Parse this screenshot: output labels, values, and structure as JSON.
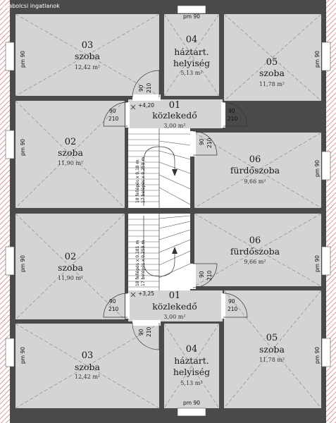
{
  "watermark": "Szabolcsi ingatlanok",
  "colors": {
    "room_fill": "#d4d4d4",
    "wall": "#4a4a4a",
    "hatch": "#c85a5a",
    "diagonal": "#8a8a8a"
  },
  "rooms": [
    {
      "id": "u03",
      "number": "03",
      "name": "szoba",
      "area": "12,42 m²"
    },
    {
      "id": "u04",
      "number": "04",
      "name1": "háztart.",
      "name2": "helyiség",
      "area": "5,13 m²"
    },
    {
      "id": "u05",
      "number": "05",
      "name": "szoba",
      "area": "11,78 m²"
    },
    {
      "id": "u01",
      "number": "01",
      "name": "közlekedő",
      "area": "3,00 m²"
    },
    {
      "id": "u02",
      "number": "02",
      "name": "szoba",
      "area": "11,90 m²"
    },
    {
      "id": "u06",
      "number": "06",
      "name": "fürdőszoba",
      "area": "9,66 m²"
    },
    {
      "id": "l02",
      "number": "02",
      "name": "szoba",
      "area": "11,90 m²"
    },
    {
      "id": "l06",
      "number": "06",
      "name": "fürdőszoba",
      "area": "9,66 m²"
    },
    {
      "id": "l01",
      "number": "01",
      "name": "közlekedő",
      "area": "3,00 m²"
    },
    {
      "id": "l03",
      "number": "03",
      "name": "szoba",
      "area": "12,42 m²"
    },
    {
      "id": "l04",
      "number": "04",
      "name1": "háztart.",
      "name2": "helyiség",
      "area": "5,13 m²"
    },
    {
      "id": "l05",
      "number": "05",
      "name": "szoba",
      "area": "11,78 m²"
    }
  ],
  "window_label": "pm 90",
  "door": {
    "width": "90",
    "height": "210"
  },
  "levels": {
    "upper": "+4,20",
    "lower": "+3,25"
  },
  "stairs": {
    "upper_a": "18 fellépés x 0,18 m",
    "upper_b": "17 belépés x 0,258 m",
    "lower_a": "18 fellépés x 0,181 m",
    "lower_b": "17 belépés x 0,258 m"
  }
}
